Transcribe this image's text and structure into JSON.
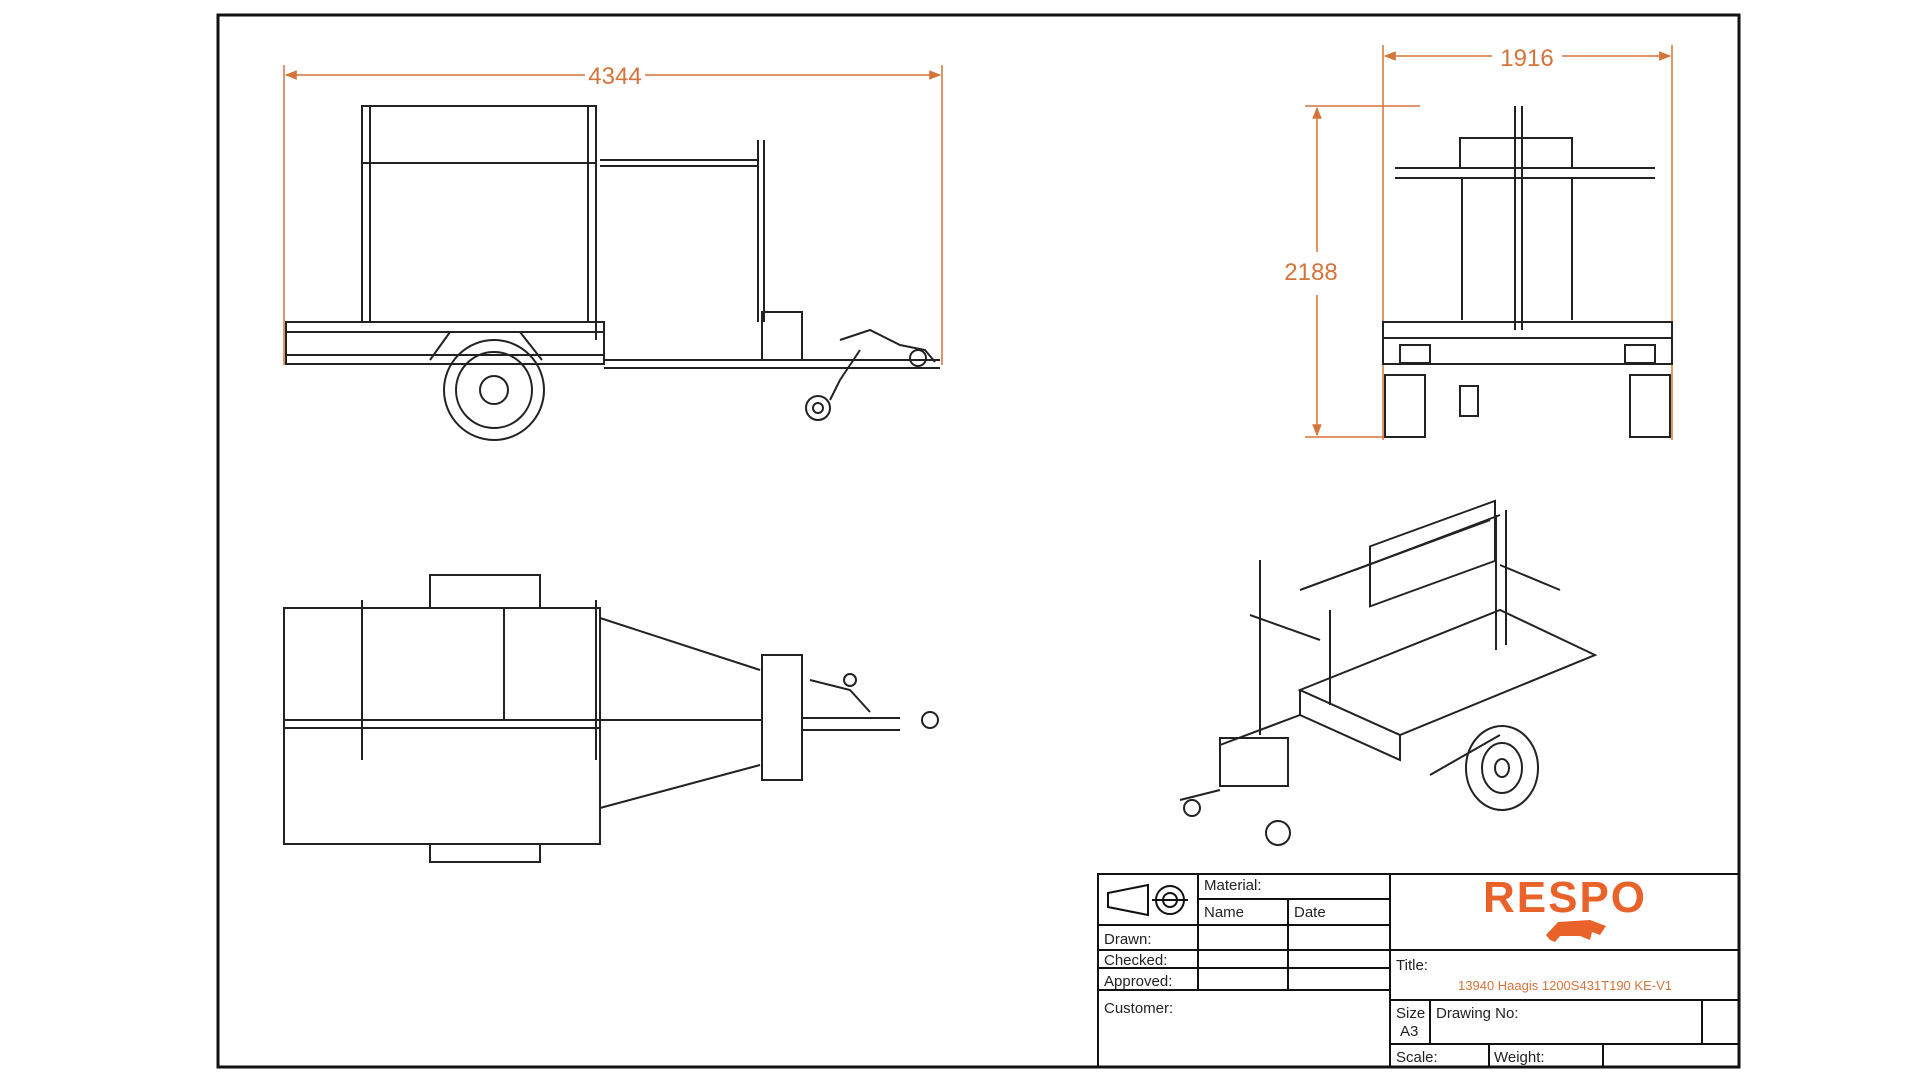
{
  "dimensions": {
    "side_length": "4344",
    "front_width": "1916",
    "front_height": "2188"
  },
  "title_block": {
    "material_label": "Material:",
    "name_label": "Name",
    "date_label": "Date",
    "drawn_label": "Drawn:",
    "checked_label": "Checked:",
    "approved_label": "Approved:",
    "customer_label": "Customer:",
    "brand": "RESPO",
    "title_label": "Title:",
    "title_value": "13940 Haagis 1200S431T190 KE-V1",
    "size_label": "Size",
    "size_value": "A3",
    "drawing_no_label": "Drawing No:",
    "scale_label": "Scale:",
    "weight_label": "Weight:"
  },
  "colors": {
    "dimension": "#d4733a",
    "brand": "#e8622a",
    "line": "#222222"
  },
  "icons": {
    "projection_symbol": "first-angle-projection-icon",
    "brand_logo": "bull-logo-icon"
  }
}
